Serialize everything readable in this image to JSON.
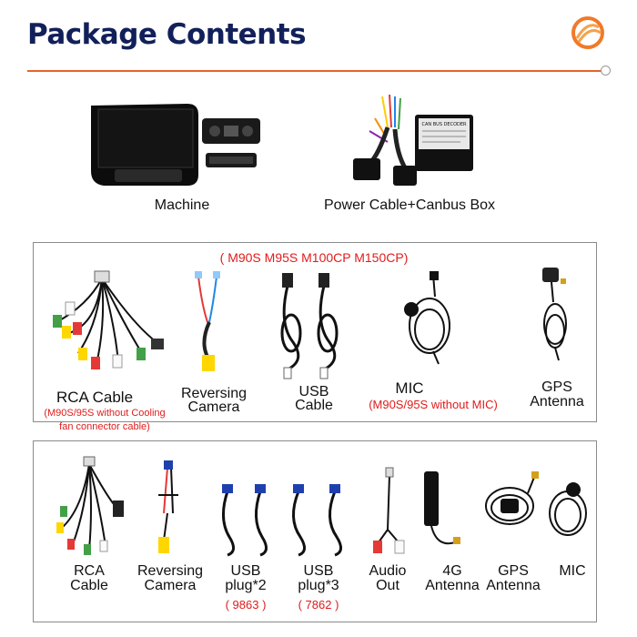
{
  "header": {
    "title": "Package Contents",
    "accent_color": "#e8622a",
    "title_color": "#12205a"
  },
  "top_items": [
    {
      "label": "Machine",
      "icon": "car-stereo-head-unit"
    },
    {
      "label": "Power Cable+Canbus Box",
      "icon": "canbus-decoder-box"
    }
  ],
  "canbus_box_text": "CAN BUS DECODER",
  "section1": {
    "models": "( M90S M95S M100CP M150CP)",
    "items": [
      {
        "label_lines": [
          "RCA Cable"
        ],
        "note_lines": [
          "(M90S/95S without Cooling",
          "fan connector cable)"
        ]
      },
      {
        "label_lines": [
          "Reversing",
          "Camera"
        ]
      },
      {
        "label_lines": [
          "USB",
          "Cable"
        ]
      },
      {
        "label_lines": [
          "MIC"
        ],
        "note_lines": [
          "(M90S/95S without MIC)"
        ]
      },
      {
        "label_lines": [
          "GPS",
          "Antenna"
        ]
      }
    ]
  },
  "section2": {
    "items": [
      {
        "label_lines": [
          "RCA",
          "Cable"
        ]
      },
      {
        "label_lines": [
          "Reversing",
          "Camera"
        ]
      },
      {
        "label_lines": [
          "USB",
          "plug*2"
        ],
        "note": "( 9863 )"
      },
      {
        "label_lines": [
          "USB",
          "plug*3"
        ],
        "note": "( 7862 )"
      },
      {
        "label_lines": [
          "Audio",
          "Out"
        ]
      },
      {
        "label_lines": [
          "4G",
          "Antenna"
        ]
      },
      {
        "label_lines": [
          "GPS",
          "Antenna"
        ]
      },
      {
        "label_lines": [
          "MIC"
        ]
      }
    ]
  }
}
